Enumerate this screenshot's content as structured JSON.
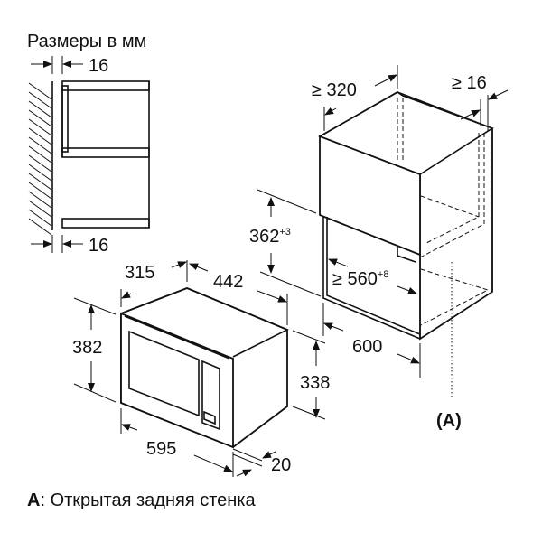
{
  "title": "Размеры в мм",
  "side_view": {
    "wall_gap_top": "16",
    "wall_gap_bottom": "16"
  },
  "appliance": {
    "depth": "315",
    "depth_total": "442",
    "height": "382",
    "body_height": "338",
    "width": "595",
    "front_thickness": "20"
  },
  "cabinet": {
    "min_depth": "≥ 320",
    "min_side": "≥ 16",
    "niche_height": "362",
    "niche_height_tol": "+3",
    "niche_width": "≥ 560",
    "niche_width_tol": "+8",
    "cabinet_width": "600",
    "marker": "(A)"
  },
  "legend": {
    "key": "A",
    "text": ": Открытая задняя стенка"
  }
}
